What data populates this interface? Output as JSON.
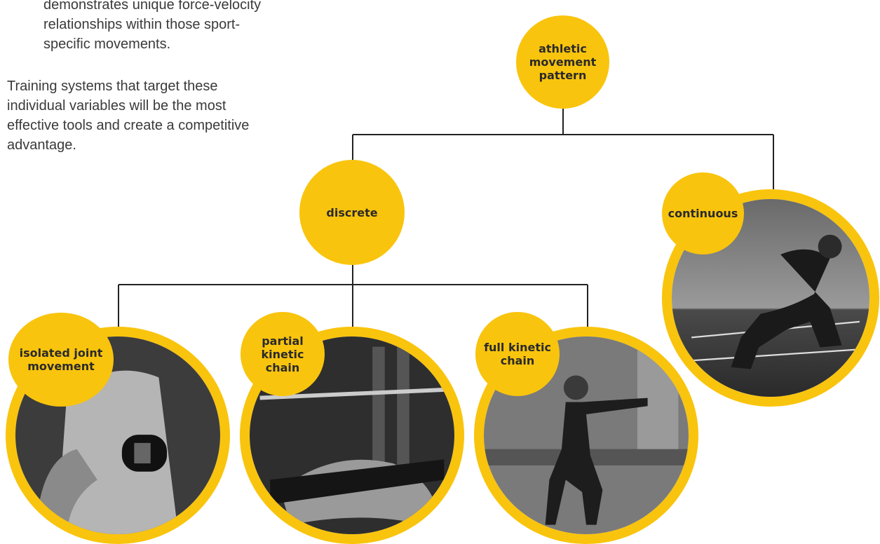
{
  "intro": {
    "continuation": "demonstrates unique force-velocity relationships within those sport-specific movements.",
    "paragraph": "Training systems that target these individual variables will be the most effective tools and create a competitive advantage."
  },
  "nodes": {
    "root": "athletic movement pattern",
    "discrete": "discrete",
    "continuous": "continuous",
    "isolated": "isolated joint movement",
    "partial": "partial kinetic chain",
    "full": "full kinetic chain"
  },
  "photos": {
    "continuous": "sprinter-photo",
    "isolated": "dumbbell-curl-photo",
    "partial": "bench-press-photo",
    "full": "squat-photo"
  },
  "colors": {
    "accent": "#f9c40d",
    "text": "#3a3a3a",
    "line": "#222222"
  }
}
